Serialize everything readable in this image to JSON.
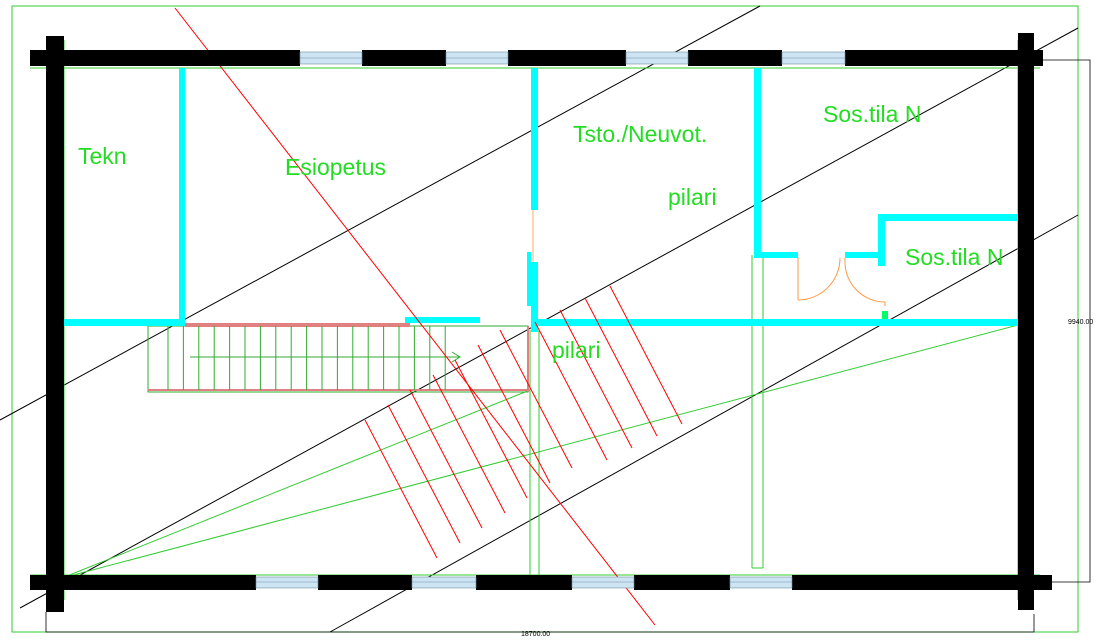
{
  "colors": {
    "background": "#ffffff",
    "log_wall": "#000000",
    "interior_wall": "#00ffff",
    "room_label": "#22dd22",
    "guide_line_green": "#33cc33",
    "section_line_red": "#ff0000",
    "construction_line": "#000000",
    "door_arc": "#ff9944",
    "window_glass": "#cde4f2",
    "stair_outline": "#33aa33",
    "stair_top_rail": "#e08080",
    "column_marker": "#00ff66"
  },
  "rooms": {
    "tekn": "Tekn",
    "esiopetus": "Esiopetus",
    "tsto": "Tsto./Neuvot.",
    "sos_tila_n": "Sos.tila N",
    "sos_tila_n2": "Sos.tila N",
    "pilari_1": "pilari",
    "pilari_2": "pilari"
  },
  "dimensions": {
    "width": "18700.00",
    "height": "9940.00"
  }
}
